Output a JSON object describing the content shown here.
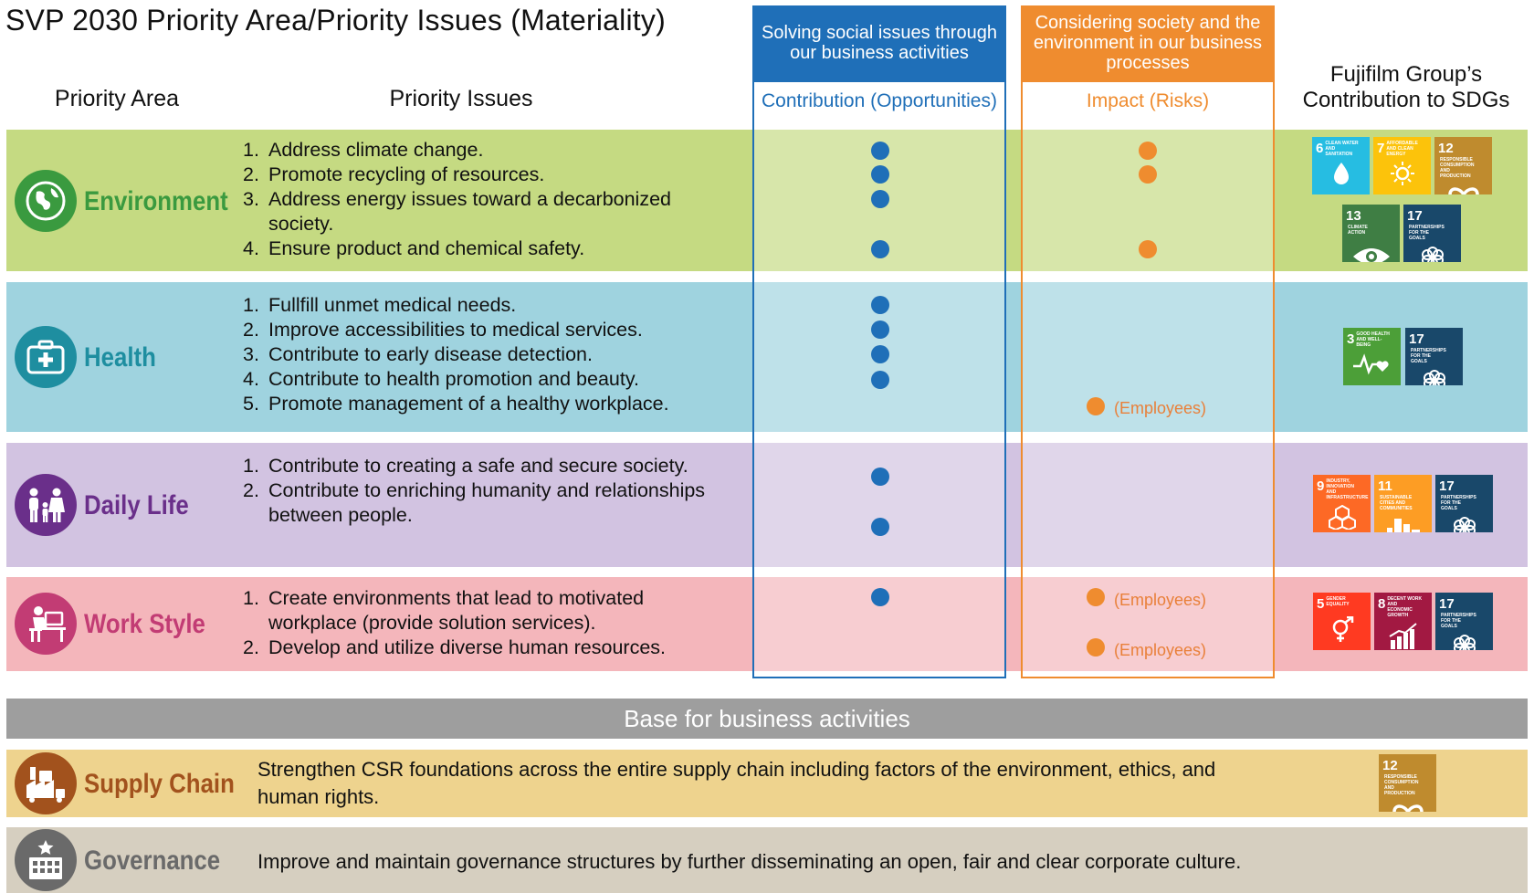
{
  "title": "SVP 2030 Priority Area/Priority Issues (Materiality)",
  "headers": {
    "priority_area": "Priority Area",
    "priority_issues": "Priority Issues",
    "sdg": "Fujifilm Group’s Contribution to SDGs",
    "opportunities_box": "Solving social issues through our business activities",
    "opportunities_label": "Contribution (Opportunities)",
    "risks_box": "Considering society and the environment in our business processes",
    "risks_label": "Impact (Risks)"
  },
  "colors": {
    "blue": "#1f6fb8",
    "orange": "#ef8c2f",
    "environment_band": "#c5da82",
    "environment_text": "#3a9a3f",
    "health_band": "#9fd3df",
    "health_text": "#1e8ea0",
    "daily_band": "#d2c3e1",
    "daily_text": "#6a2f8a",
    "work_band": "#f4b6bb",
    "work_text": "#c23c74",
    "supply_band": "#eed38e",
    "supply_text": "#a2521d",
    "gov_band": "#d6cfc0",
    "gov_text": "#6a6a6a"
  },
  "areas": [
    {
      "name": "Environment",
      "icon": "globe-icon",
      "issues": [
        {
          "num": "1.",
          "text": "Address climate change."
        },
        {
          "num": "2.",
          "text": "Promote recycling of resources."
        },
        {
          "num": "3.",
          "text": "Address energy issues toward a decarbonized society."
        },
        {
          "num": "4.",
          "text": "Ensure product and chemical safety."
        }
      ],
      "sdgs": [
        {
          "num": "6",
          "label": "Clean water and sanitation",
          "color": "#26bde2",
          "icon": "water-drop-icon"
        },
        {
          "num": "7",
          "label": "Affordable and clean energy",
          "color": "#fcc30b",
          "icon": "sun-icon"
        },
        {
          "num": "12",
          "label": "Responsible consumption and production",
          "color": "#bf8b2e",
          "icon": "infinity-icon"
        },
        {
          "num": "13",
          "label": "Climate action",
          "color": "#3f7e44",
          "icon": "eye-icon"
        },
        {
          "num": "17",
          "label": "Partnerships for the goals",
          "color": "#19486a",
          "icon": "flower-icon"
        }
      ]
    },
    {
      "name": "Health",
      "icon": "first-aid-kit-icon",
      "issues": [
        {
          "num": "1.",
          "text": "Fullfill unmet medical needs."
        },
        {
          "num": "2.",
          "text": "Improve accessibilities to medical services."
        },
        {
          "num": "3.",
          "text": "Contribute to early disease detection."
        },
        {
          "num": "4.",
          "text": "Contribute to health promotion and beauty."
        },
        {
          "num": "5.",
          "text": "Promote management of a healthy workplace."
        }
      ],
      "risk_note": "(Employees)",
      "sdgs": [
        {
          "num": "3",
          "label": "Good health and well-being",
          "color": "#4c9f38",
          "icon": "heartbeat-icon"
        },
        {
          "num": "17",
          "label": "Partnerships for the goals",
          "color": "#19486a",
          "icon": "flower-icon"
        }
      ]
    },
    {
      "name": "Daily Life",
      "icon": "family-icon",
      "issues": [
        {
          "num": "1.",
          "text": "Contribute to creating a safe and secure society."
        },
        {
          "num": "2.",
          "text": "Contribute to enriching humanity and relationships between people."
        }
      ],
      "sdgs": [
        {
          "num": "9",
          "label": "Industry, innovation and infrastructure",
          "color": "#fd6925",
          "icon": "cubes-icon"
        },
        {
          "num": "11",
          "label": "Sustainable cities and communities",
          "color": "#fd9d24",
          "icon": "city-icon"
        },
        {
          "num": "17",
          "label": "Partnerships for the goals",
          "color": "#19486a",
          "icon": "flower-icon"
        }
      ]
    },
    {
      "name": "Work Style",
      "icon": "desk-worker-icon",
      "issues": [
        {
          "num": "1.",
          "text": "Create environments that lead to motivated workplace (provide solution services)."
        },
        {
          "num": "2.",
          "text": "Develop and utilize diverse human resources."
        }
      ],
      "risk_note_1": "(Employees)",
      "risk_note_2": "(Employees)",
      "sdgs": [
        {
          "num": "5",
          "label": "Gender equality",
          "color": "#ff3a21",
          "icon": "gender-icon"
        },
        {
          "num": "8",
          "label": "Decent work and economic growth",
          "color": "#a21942",
          "icon": "growth-chart-icon"
        },
        {
          "num": "17",
          "label": "Partnerships for the goals",
          "color": "#19486a",
          "icon": "flower-icon"
        }
      ]
    }
  ],
  "base": {
    "label": "Base for business activities",
    "supply_chain": {
      "name": "Supply Chain",
      "text": "Strengthen CSR foundations across the entire supply chain including factors of the environment, ethics, and human rights.",
      "sdg": {
        "num": "12",
        "label": "Responsible consumption and production",
        "color": "#bf8b2e",
        "icon": "infinity-icon"
      }
    },
    "governance": {
      "name": "Governance",
      "text": "Improve and maintain governance structures by further disseminating an open, fair and clear corporate culture."
    }
  }
}
